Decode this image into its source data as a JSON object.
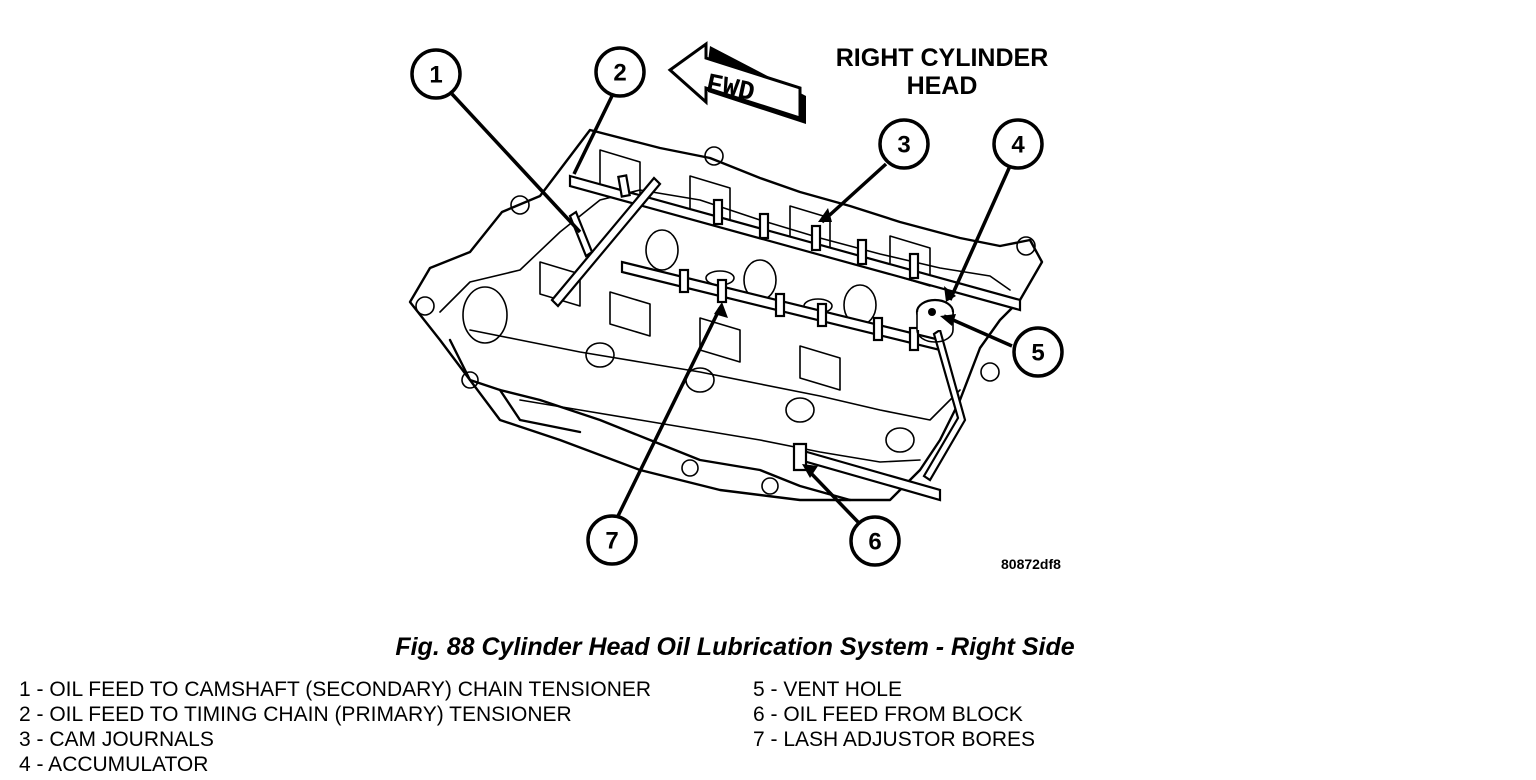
{
  "title": {
    "line1": "RIGHT CYLINDER",
    "line2": "HEAD"
  },
  "fwd_arrow_label": "FWD",
  "figure_id": "80872df8",
  "caption": "Fig. 88 Cylinder Head Oil Lubrication System - Right Side",
  "callouts": [
    "1",
    "2",
    "3",
    "4",
    "5",
    "6",
    "7"
  ],
  "legend": {
    "left": [
      "1 - OIL FEED TO CAMSHAFT (SECONDARY) CHAIN TENSIONER",
      "2 - OIL FEED TO TIMING CHAIN (PRIMARY) TENSIONER",
      "3 - CAM JOURNALS",
      "4 - ACCUMULATOR"
    ],
    "right": [
      "5 - VENT HOLE",
      "6 - OIL FEED FROM BLOCK",
      "7 - LASH ADJUSTOR BORES"
    ]
  }
}
